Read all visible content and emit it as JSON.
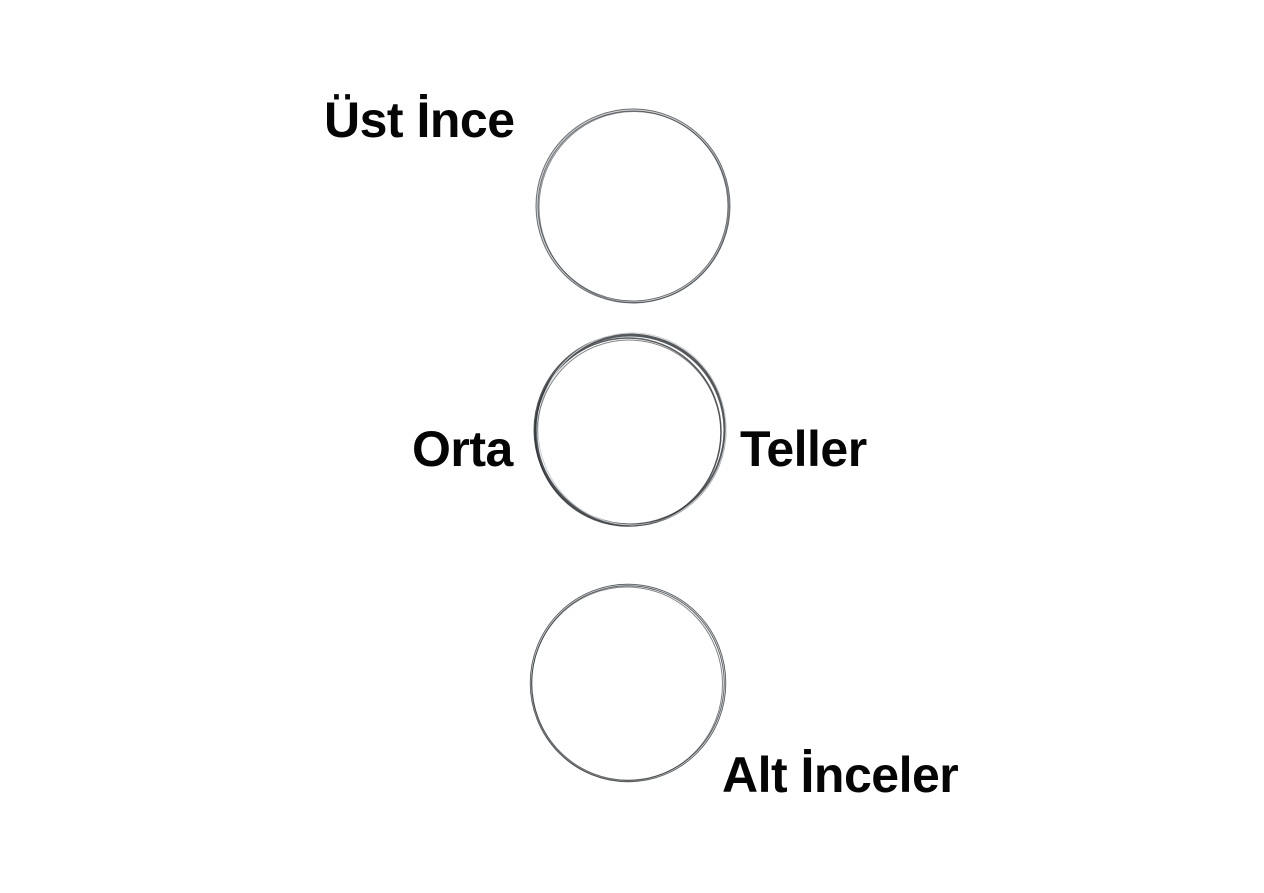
{
  "labels": {
    "top": "Üst İnce",
    "middle_left": "Orta",
    "middle_right": "Teller",
    "bottom": "Alt İnceler"
  },
  "rings": [
    {
      "name": "top-string-ring"
    },
    {
      "name": "middle-string-ring"
    },
    {
      "name": "bottom-string-ring"
    }
  ],
  "colors": {
    "background": "#ffffff",
    "text": "#050505",
    "wire": "#4a4e52",
    "wire_highlight": "#c9ced2"
  }
}
